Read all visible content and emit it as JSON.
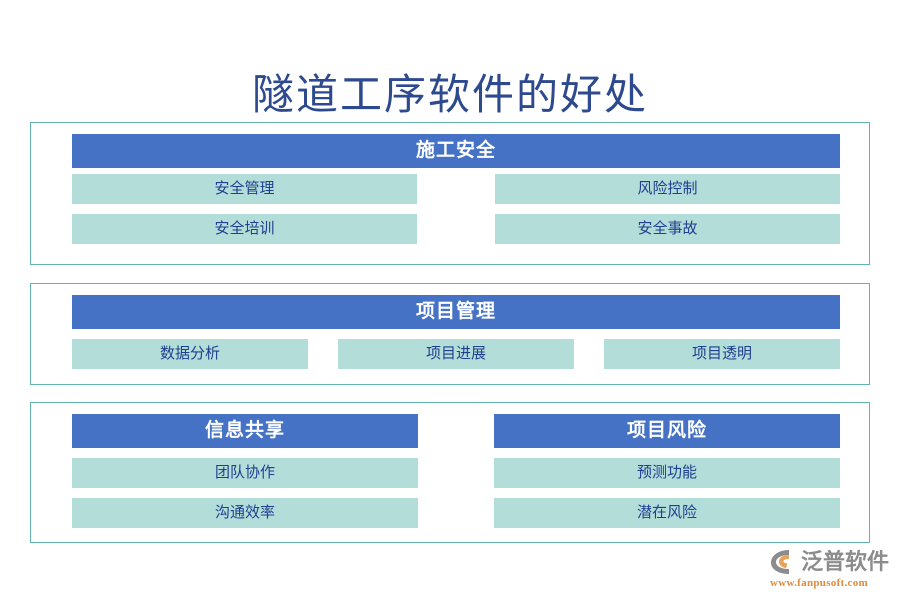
{
  "page": {
    "title": "隧道工序软件的好处"
  },
  "sections": [
    {
      "header": "施工安全",
      "layout": "two-column",
      "columns": [
        {
          "items": [
            "安全管理",
            "安全培训"
          ]
        },
        {
          "items": [
            "风险控制",
            "安全事故"
          ]
        }
      ]
    },
    {
      "header": "项目管理",
      "layout": "triple-row",
      "items": [
        "数据分析",
        "项目进展",
        "项目透明"
      ]
    },
    {
      "layout": "dual-panel",
      "panels": [
        {
          "header": "信息共享",
          "items": [
            "团队协作",
            "沟通效率"
          ]
        },
        {
          "header": "项目风险",
          "items": [
            "预测功能",
            "潜在风险"
          ]
        }
      ]
    }
  ],
  "logo": {
    "name": "泛普软件",
    "url": "www.fanpusoft.com"
  },
  "colors": {
    "header_blue": "#4572c4",
    "chip_teal": "#b2ddd9",
    "card_border": "#62b5ad",
    "title_navy": "#2e4a8e",
    "logo_gray": "#8c8c8c",
    "logo_orange": "#e08a3c"
  }
}
